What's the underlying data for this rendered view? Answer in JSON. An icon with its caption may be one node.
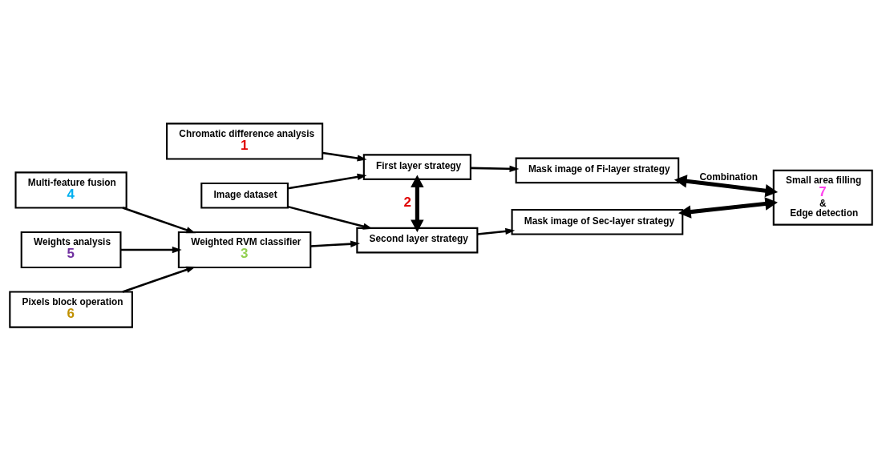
{
  "diagram": {
    "nodes": [
      {
        "text": [
          "Chromatic difference analysis",
          "1"
        ]
      },
      {
        "text": [
          "Image dataset"
        ]
      },
      {
        "text": [
          "First layer strategy"
        ]
      },
      {
        "text": [
          "Mask image of Fi-layer strategy"
        ]
      },
      {
        "text": [
          "Second layer strategy"
        ]
      },
      {
        "text": [
          "Mask image of Sec-layer strategy"
        ]
      },
      {
        "text": [
          "Small area filling",
          "7",
          "&",
          "Edge detection"
        ]
      },
      {
        "text": [
          "Weighted RVM classifier",
          "3"
        ]
      },
      {
        "text": [
          "Multi-feature fusion",
          "4"
        ]
      },
      {
        "text": [
          "Weights analysis",
          "5"
        ]
      },
      {
        "text": [
          "Pixels block operation",
          "6"
        ]
      }
    ],
    "edges": [
      {
        "from": 0,
        "to": 2,
        "arrow": "to"
      },
      {
        "from": 1,
        "to": 2,
        "arrow": "to"
      },
      {
        "from": 1,
        "to": 4,
        "arrow": "to"
      },
      {
        "from": 2,
        "to": 3,
        "arrow": "to"
      },
      {
        "from": 2,
        "to": 4,
        "arrow": "both",
        "label": "2",
        "style": "thick"
      },
      {
        "from": 4,
        "to": 5,
        "arrow": "to"
      },
      {
        "from": 3,
        "to": 6,
        "arrow": "both",
        "label": "Combination",
        "style": "thick"
      },
      {
        "from": 5,
        "to": 6,
        "arrow": "both",
        "style": "thick"
      },
      {
        "from": 7,
        "to": 4,
        "arrow": "to"
      },
      {
        "from": 8,
        "to": 7,
        "arrow": "to"
      },
      {
        "from": 9,
        "to": 7,
        "arrow": "to"
      },
      {
        "from": 10,
        "to": 7,
        "arrow": "to"
      }
    ]
  }
}
